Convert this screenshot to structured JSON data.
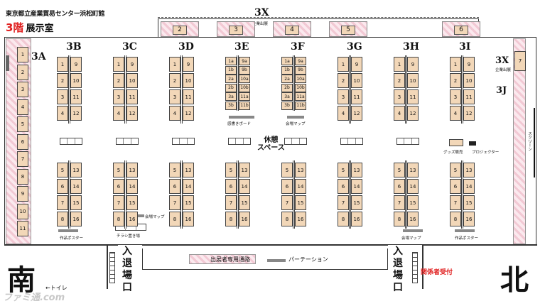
{
  "venue": {
    "name": "東京都立産業貿易センター浜松町館",
    "floor": "3階",
    "room": "展示室"
  },
  "top_zone": {
    "label": "3X",
    "sub": "企業出展",
    "numbers": [
      "2",
      "3",
      "4",
      "5",
      "6"
    ]
  },
  "areas": {
    "a": "3A",
    "b": "3B",
    "c": "3C",
    "d": "3D",
    "e": "3E",
    "f": "3F",
    "g": "3G",
    "h": "3H",
    "i": "3I",
    "j": "3J",
    "x": "3X",
    "x_sub": "企業出展",
    "x_num": "7"
  },
  "wall_3a": [
    "1",
    "2",
    "3",
    "4",
    "5",
    "6",
    "7",
    "8",
    "9",
    "10",
    "11"
  ],
  "std_upper": {
    "left": [
      "1",
      "2",
      "3",
      "4"
    ],
    "right": [
      "9",
      "10",
      "11",
      "12"
    ]
  },
  "std_lower": {
    "left": [
      "5",
      "6",
      "7",
      "8"
    ],
    "right": [
      "13",
      "14",
      "15",
      "16"
    ]
  },
  "sub_upper": {
    "left": [
      "1a",
      "1b",
      "2a",
      "2b",
      "3a",
      "3b"
    ],
    "right": [
      "9a",
      "9b",
      "10a",
      "10b",
      "11a",
      "11b"
    ]
  },
  "labels": {
    "rest": "休憩\nスペース",
    "rest_line1": "休憩",
    "rest_line2": "スペース",
    "board": "感書きボード",
    "map": "会場マップ",
    "goods": "グッズ販売",
    "projector": "プロジェクター",
    "screen": "スクリーン",
    "poster": "作品ポスター",
    "flyer": "チラシ置き場",
    "exhibitor_path": "出展者専用通路",
    "partition": "パーテーション",
    "entrance": "入退場口",
    "toilet": "←トイレ",
    "staff": "関係者受付",
    "south": "南",
    "north": "北",
    "watermark": "ファミ通.com"
  },
  "colors": {
    "booth": "#f2d7b8",
    "hatch": "#f2c9d4",
    "accent": "#e02020"
  }
}
